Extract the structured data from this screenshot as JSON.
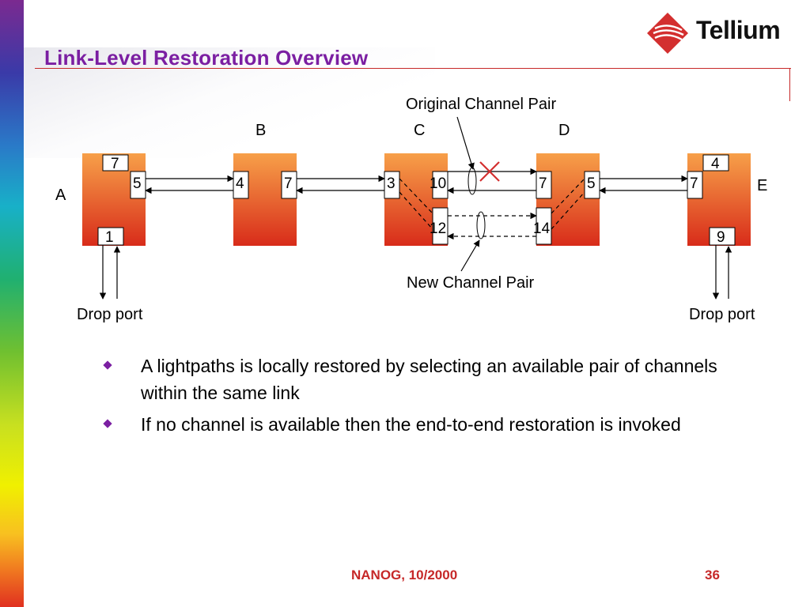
{
  "slide": {
    "title": "Link-Level Restoration Overview",
    "logo_text": "Tellium",
    "footer_left": "NANOG, 10/2000",
    "page_number": "36"
  },
  "diagram": {
    "node_labels": [
      "A",
      "B",
      "C",
      "D",
      "E"
    ],
    "ports": {
      "a_top": "7",
      "a_right": "5",
      "a_bottom": "1",
      "b_left": "4",
      "b_right": "7",
      "c_left": "3",
      "c_right_top": "10",
      "c_right_bottom": "12",
      "d_left_top": "7",
      "d_left_bottom": "14",
      "d_right": "5",
      "e_top": "4",
      "e_left": "7",
      "e_bottom": "9"
    },
    "annotations": {
      "original_pair": "Original Channel Pair",
      "new_pair": "New Channel Pair",
      "drop_port_left": "Drop port",
      "drop_port_right": "Drop port"
    },
    "colors": {
      "node_top": "#f7a049",
      "node_bottom": "#d82c1a",
      "failure_mark": "#d32f2f"
    }
  },
  "bullets": [
    "A lightpaths is locally restored by selecting an available pair of channels within the same link",
    "If no channel is available then the end-to-end restoration  is invoked"
  ]
}
